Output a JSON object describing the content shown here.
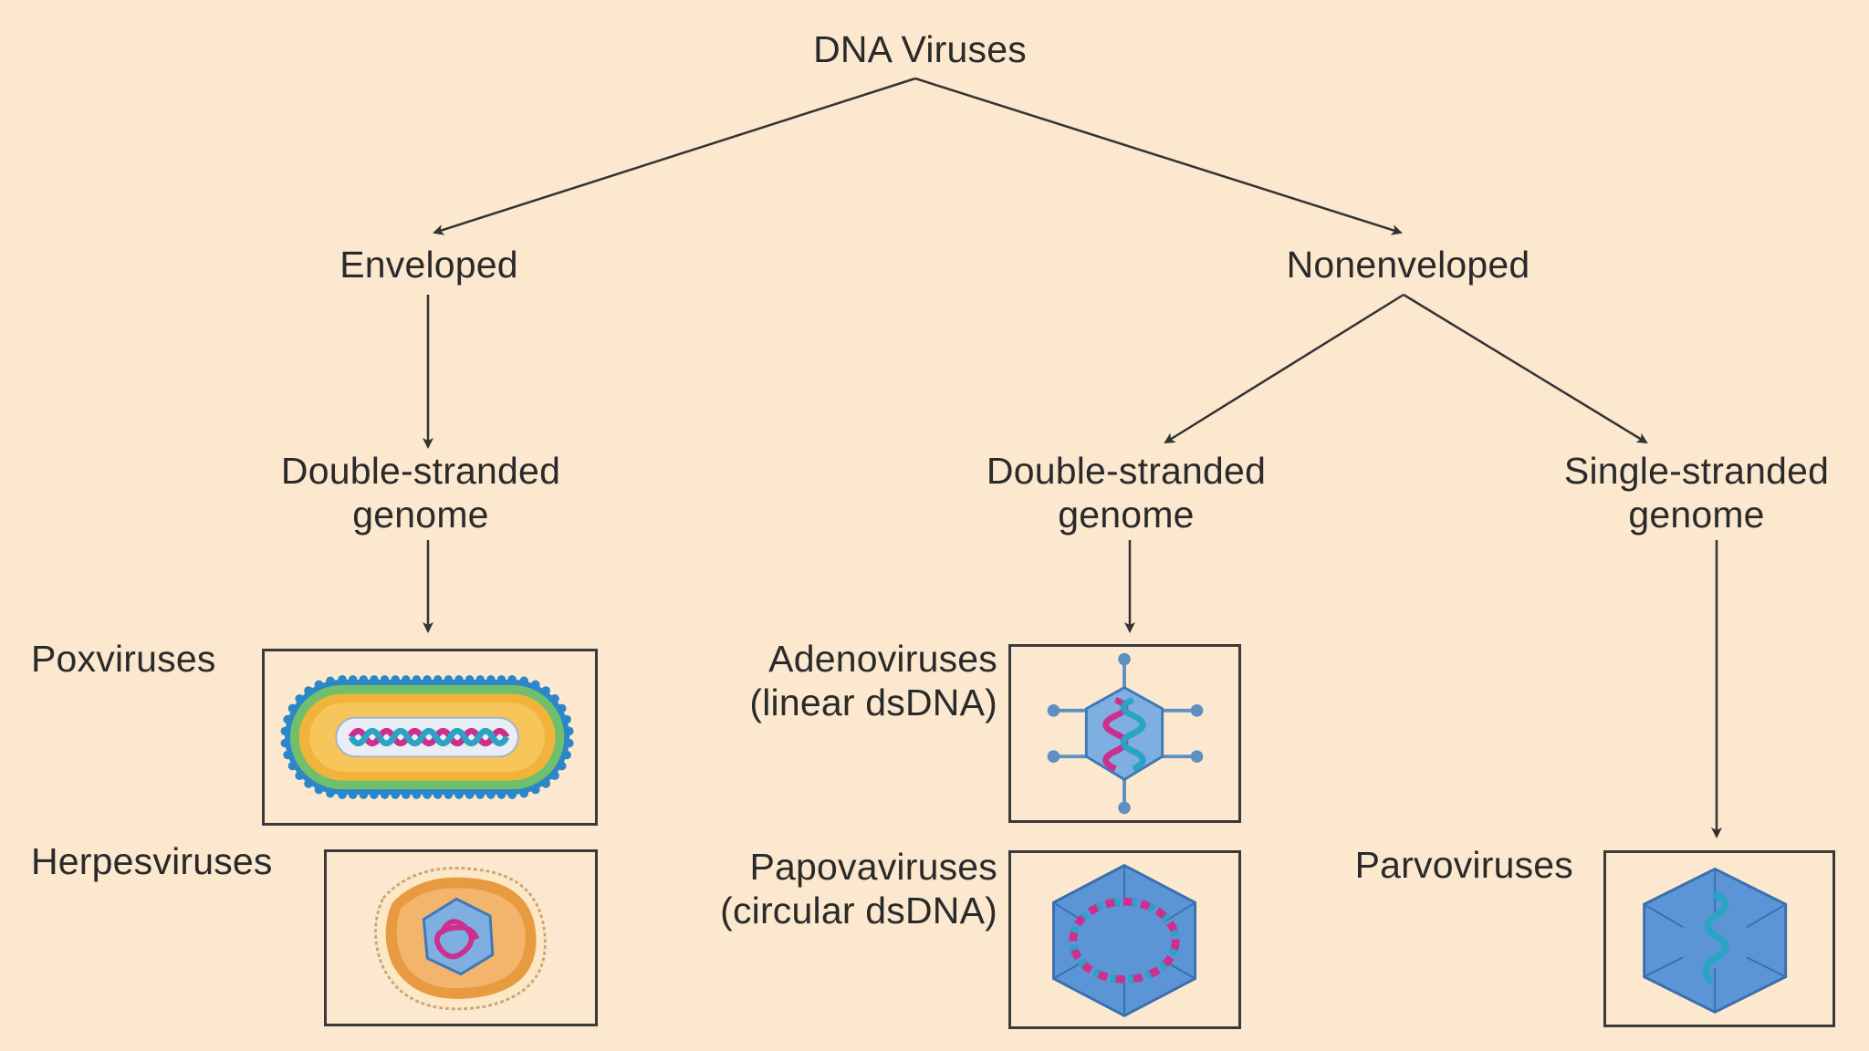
{
  "diagram": {
    "root": "DNA Viruses",
    "branches": {
      "enveloped": "Enveloped",
      "nonenveloped": "Nonenveloped"
    },
    "genomes": {
      "env_ds": "Double-stranded\ngenome",
      "nonenv_ds": "Double-stranded\ngenome",
      "nonenv_ss": "Single-stranded\ngenome"
    },
    "families": {
      "pox": "Poxviruses",
      "herpes": "Herpesviruses",
      "adeno": "Adenoviruses\n(linear dsDNA)",
      "papova": "Papovaviruses\n(circular dsDNA)",
      "parvo": "Parvoviruses"
    },
    "colors": {
      "background": "#fbe8cf",
      "arrow": "#3a3a3a",
      "capsid": "#4a86c8",
      "dna_pink": "#cc2f8d",
      "dna_teal": "#2aa3c4"
    }
  }
}
